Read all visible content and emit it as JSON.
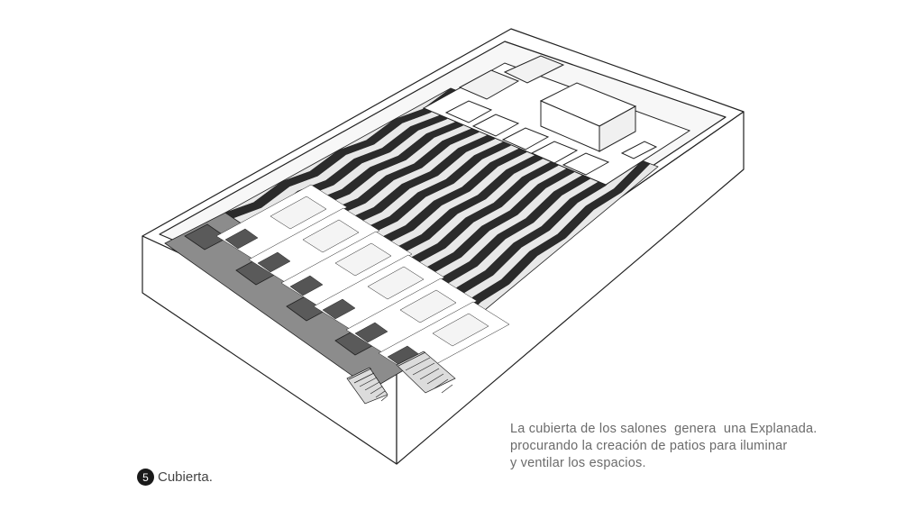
{
  "description": {
    "lines": [
      "La cubierta de los salones  genera  una Explanada.",
      "procurando la creación de patios para iluminar",
      "y ventilar los espacios."
    ]
  },
  "step": {
    "number": "5",
    "label": "Cubierta."
  },
  "colors": {
    "stripe_dark": "#2b2b2b",
    "paving": "#8c8c8c",
    "outline": "#222222",
    "background": "#ffffff"
  }
}
